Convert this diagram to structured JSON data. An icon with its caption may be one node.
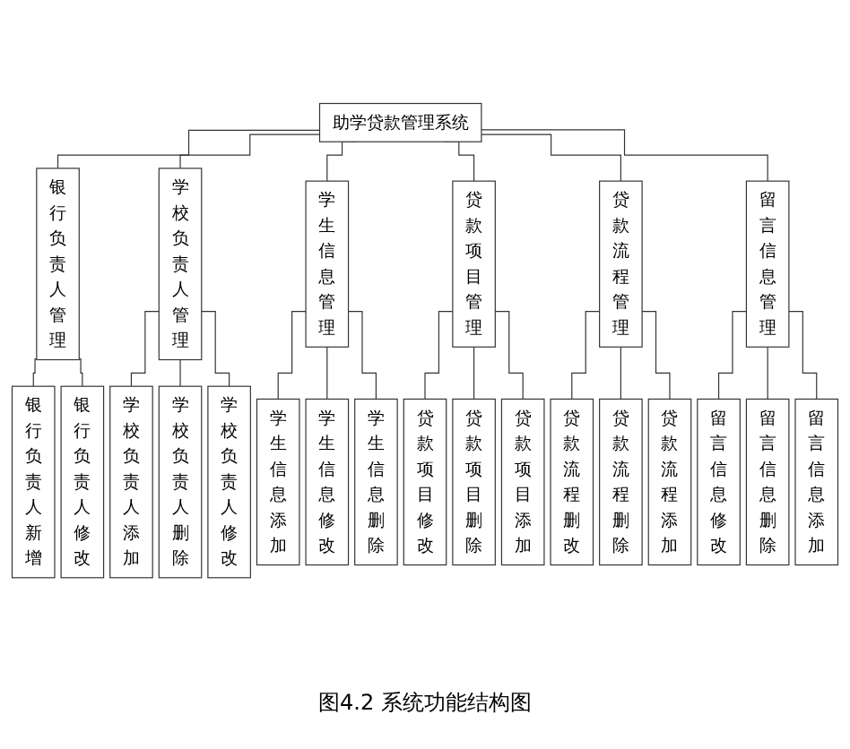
{
  "diagram": {
    "caption": "图4.2 系统功能结构图",
    "nodes": [
      {
        "text": [
          "助学贷款管理系统"
        ]
      },
      {
        "text": [
          "银行负责人管理"
        ]
      },
      {
        "text": [
          "学校负责人管理"
        ]
      },
      {
        "text": [
          "学生信息管理"
        ]
      },
      {
        "text": [
          "贷款项目管理"
        ]
      },
      {
        "text": [
          "贷款流程管理"
        ]
      },
      {
        "text": [
          "留言信息管理"
        ]
      },
      {
        "text": [
          "银行负责人新增"
        ]
      },
      {
        "text": [
          "银行负责人修改"
        ]
      },
      {
        "text": [
          "学校负责人添加"
        ]
      },
      {
        "text": [
          "学校负责人删除"
        ]
      },
      {
        "text": [
          "学校负责人修改"
        ]
      },
      {
        "text": [
          "学生信息添加"
        ]
      },
      {
        "text": [
          "学生信息修改"
        ]
      },
      {
        "text": [
          "学生信息删除"
        ]
      },
      {
        "text": [
          "贷款项目修改"
        ]
      },
      {
        "text": [
          "贷款项目删除"
        ]
      },
      {
        "text": [
          "贷款项目添加"
        ]
      },
      {
        "text": [
          "贷款流程删改"
        ]
      },
      {
        "text": [
          "贷款流程删除"
        ]
      },
      {
        "text": [
          "贷款流程添加"
        ]
      },
      {
        "text": [
          "留言信息修改"
        ]
      },
      {
        "text": [
          "留言信息删除"
        ]
      },
      {
        "text": [
          "留言信息添加"
        ]
      }
    ],
    "edges": [
      {
        "from": 0,
        "to": 1,
        "arrow": "none"
      },
      {
        "from": 0,
        "to": 2,
        "arrow": "none"
      },
      {
        "from": 0,
        "to": 3,
        "arrow": "none"
      },
      {
        "from": 0,
        "to": 4,
        "arrow": "none"
      },
      {
        "from": 0,
        "to": 5,
        "arrow": "none"
      },
      {
        "from": 0,
        "to": 6,
        "arrow": "none"
      },
      {
        "from": 1,
        "to": 7,
        "arrow": "none"
      },
      {
        "from": 1,
        "to": 8,
        "arrow": "none"
      },
      {
        "from": 2,
        "to": 9,
        "arrow": "none"
      },
      {
        "from": 2,
        "to": 10,
        "arrow": "none"
      },
      {
        "from": 2,
        "to": 11,
        "arrow": "none"
      },
      {
        "from": 3,
        "to": 12,
        "arrow": "none"
      },
      {
        "from": 3,
        "to": 13,
        "arrow": "none"
      },
      {
        "from": 3,
        "to": 14,
        "arrow": "none"
      },
      {
        "from": 4,
        "to": 15,
        "arrow": "none"
      },
      {
        "from": 4,
        "to": 16,
        "arrow": "none"
      },
      {
        "from": 4,
        "to": 17,
        "arrow": "none"
      },
      {
        "from": 5,
        "to": 18,
        "arrow": "none"
      },
      {
        "from": 5,
        "to": 19,
        "arrow": "none"
      },
      {
        "from": 5,
        "to": 20,
        "arrow": "none"
      },
      {
        "from": 6,
        "to": 21,
        "arrow": "none"
      },
      {
        "from": 6,
        "to": 22,
        "arrow": "none"
      },
      {
        "from": 6,
        "to": 23,
        "arrow": "none"
      }
    ]
  }
}
